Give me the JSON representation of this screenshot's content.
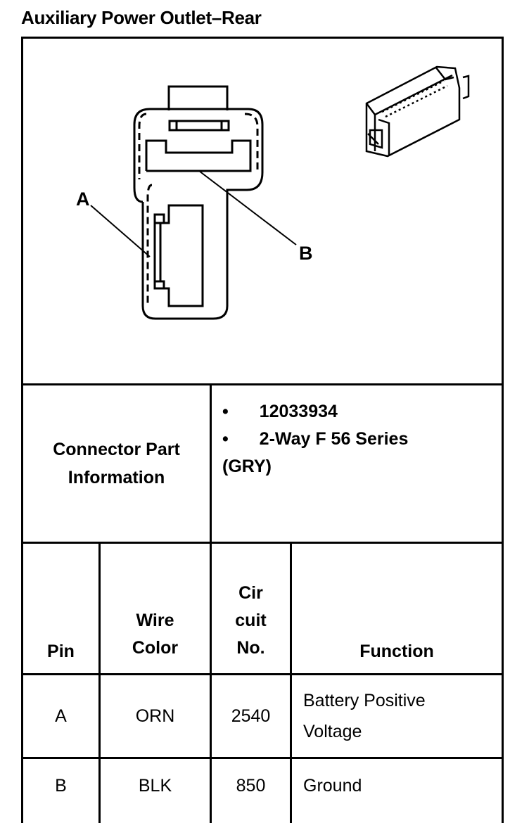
{
  "title": "Auxiliary Power Outlet–Rear",
  "diagram": {
    "callout_a": "A",
    "callout_b": "B"
  },
  "connector_info": {
    "label_line1": "Connector Part",
    "label_line2": "Information",
    "bullet": "•",
    "part_number": "12033934",
    "description_line1": "2-Way F 56 Series",
    "description_line2": "(GRY)"
  },
  "table": {
    "headers": {
      "pin": "Pin",
      "wire_color_line1": "Wire",
      "wire_color_line2": "Color",
      "circuit_line1": "Cir",
      "circuit_line2": "cuit",
      "circuit_line3": "No.",
      "function": "Function"
    },
    "rows": [
      {
        "pin": "A",
        "wire_color": "ORN",
        "circuit": "2540",
        "function_line1": "Battery Positive",
        "function_line2": "Voltage"
      },
      {
        "pin": "B",
        "wire_color": "BLK",
        "circuit": "850",
        "function_line1": "Ground",
        "function_line2": ""
      }
    ]
  }
}
